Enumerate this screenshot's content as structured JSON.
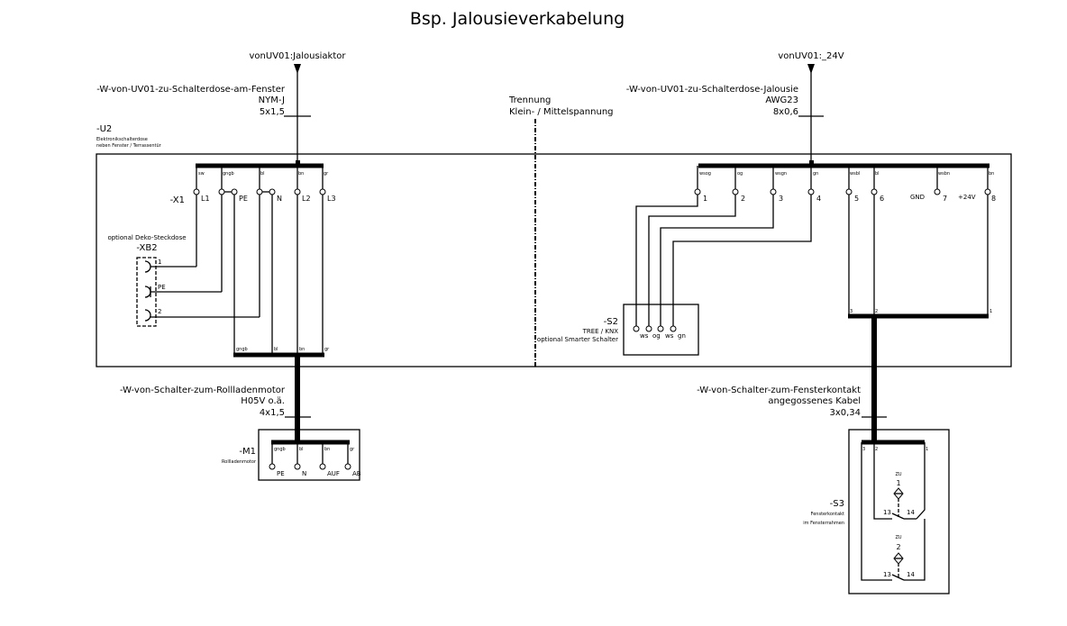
{
  "title": "Bsp. Jalousieverkabelung",
  "feeds": {
    "left": "vonUV01:Jalousiaktor",
    "right": "vonUV01:_24V"
  },
  "cables": {
    "w1": {
      "name": "-W-von-UV01-zu-Schalterdose-am-Fenster",
      "type": "NYM-J",
      "cores": "5x1,5"
    },
    "w2": {
      "name": "-W-von-UV01-zu-Schalterdose-Jalousie",
      "type": "AWG23",
      "cores": "8x0,6"
    },
    "w3": {
      "name": "-W-von-Schalter-zum-Rollladenmotor",
      "type": "H05V o.ä.",
      "cores": "4x1,5"
    },
    "w4": {
      "name": "-W-von-Schalter-zum-Fensterkontakt",
      "type": "angegossenes Kabel",
      "cores": "3x0,34"
    }
  },
  "separator": {
    "line1": "Trennung",
    "line2": "Klein- / Mittelspannung"
  },
  "u2": {
    "tag": "-U2",
    "desc1": "Elektronikschalterdose",
    "desc2": "neben Fenster / Terrassentür"
  },
  "x1": {
    "tag": "-X1",
    "colors": [
      "sw",
      "gngb",
      "bl",
      "bn",
      "gr"
    ],
    "terminals": [
      "L1",
      "PE",
      "N",
      "L2",
      "L3"
    ]
  },
  "xb2": {
    "note": "optional Deko-Steckdose",
    "tag": "-XB2",
    "pins": [
      "1",
      "PE",
      "2"
    ]
  },
  "u2_out_colors": [
    "gngb",
    "bl",
    "bn",
    "gr"
  ],
  "right_terminals": {
    "colors": [
      "wsog",
      "og",
      "wsgn",
      "gn",
      "wsbl",
      "bl",
      "wsbn",
      "bn"
    ],
    "numbers": [
      "1",
      "2",
      "3",
      "4",
      "5",
      "6",
      "7",
      "8"
    ],
    "gnd": "GND",
    "plus": "+24V",
    "bus_pins": [
      "3",
      "2",
      "1"
    ]
  },
  "s2": {
    "tag": "-S2",
    "desc1": "TREE / KNX",
    "desc2": "optional Smarter Schalter",
    "pins": [
      "ws",
      "og",
      "ws",
      "gn"
    ]
  },
  "m1": {
    "tag": "-M1",
    "desc": "Rollladenmotor",
    "colors": [
      "gngb",
      "bl",
      "bn",
      "gr"
    ],
    "terminals": [
      "PE",
      "N",
      "AUF",
      "AB"
    ]
  },
  "s3": {
    "tag": "-S3",
    "desc1": "Fensterkontakt",
    "desc2": "im Fensterrahmen",
    "bus_pins": [
      "3",
      "2",
      "1"
    ],
    "contacts": [
      {
        "state": "ZU",
        "num": "1",
        "a": "13",
        "b": "14"
      },
      {
        "state": "ZU",
        "num": "2",
        "a": "13",
        "b": "14"
      }
    ]
  }
}
